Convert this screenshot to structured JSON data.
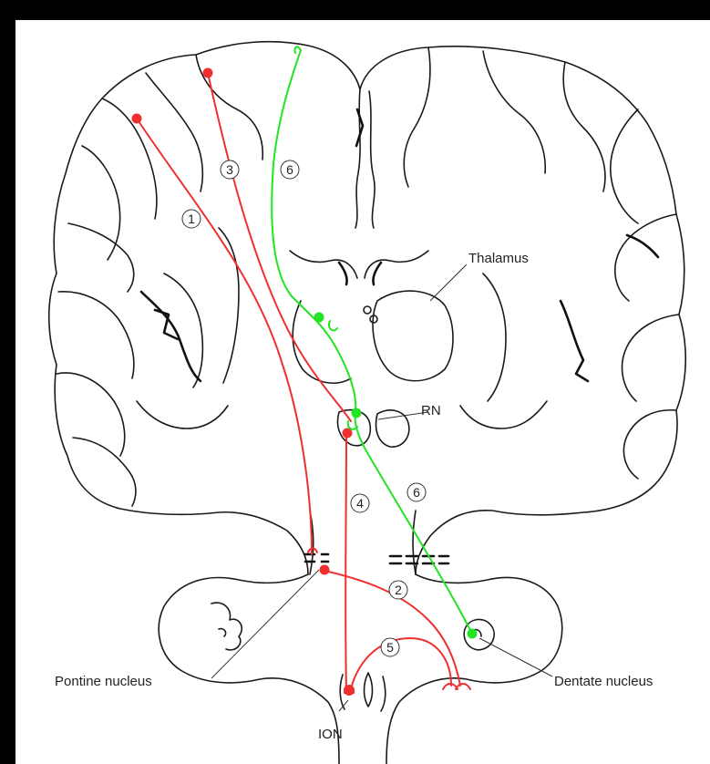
{
  "labels": {
    "thalamus": "Thalamus",
    "rn": "RN",
    "pontine": "Pontine nucleus",
    "dentate": "Dentate nucleus",
    "ion": "ION"
  },
  "pathway_numbers": [
    "1",
    "2",
    "3",
    "4",
    "5",
    "6",
    "6"
  ],
  "colors": {
    "background": "#000000",
    "panel": "#ffffff",
    "outline": "#1a1a1a",
    "red_pathway": "#f03030",
    "green_pathway": "#22e422"
  }
}
